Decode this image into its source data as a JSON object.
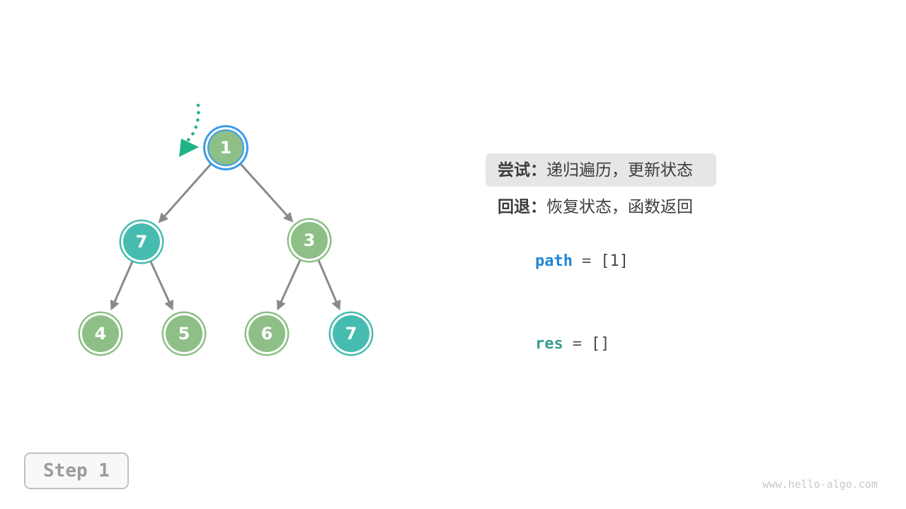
{
  "panel": {
    "try_label": "尝试：",
    "try_text": "递归遍历，更新状态",
    "back_label": "回退：",
    "back_text": "恢复状态，函数返回",
    "path_var": "path",
    "path_eq": "=",
    "path_value": "[1]",
    "res_var": "res",
    "res_eq": "=",
    "res_value": "[]"
  },
  "step_badge": {
    "label": "Step 1"
  },
  "watermark": "www.hello-algo.com",
  "tree": {
    "nodes": [
      {
        "value": "1",
        "color": "green",
        "state": "current"
      },
      {
        "value": "7",
        "color": "teal",
        "state": "normal"
      },
      {
        "value": "3",
        "color": "green",
        "state": "normal"
      },
      {
        "value": "4",
        "color": "green",
        "state": "normal"
      },
      {
        "value": "5",
        "color": "green",
        "state": "normal"
      },
      {
        "value": "6",
        "color": "green",
        "state": "normal"
      },
      {
        "value": "7",
        "color": "teal",
        "state": "normal"
      }
    ],
    "edges": [
      {
        "from": "1",
        "to": "7"
      },
      {
        "from": "1",
        "to": "3"
      },
      {
        "from": "7",
        "to": "4"
      },
      {
        "from": "7",
        "to": "5"
      },
      {
        "from": "3",
        "to": "6"
      },
      {
        "from": "3",
        "to": "7"
      }
    ]
  },
  "colors": {
    "node_green": "#8dbf86",
    "node_teal": "#46bcb0",
    "current_ring_blue": "#3d9ce9",
    "edge_gray": "#8a8a8a",
    "pointer_arrow_teal": "#20b287",
    "path_keyword_blue": "#1e87d5",
    "res_keyword_teal": "#3b9d92",
    "highlight_box_gray": "#e6e6e6",
    "text_dark": "#3c3c3c"
  }
}
